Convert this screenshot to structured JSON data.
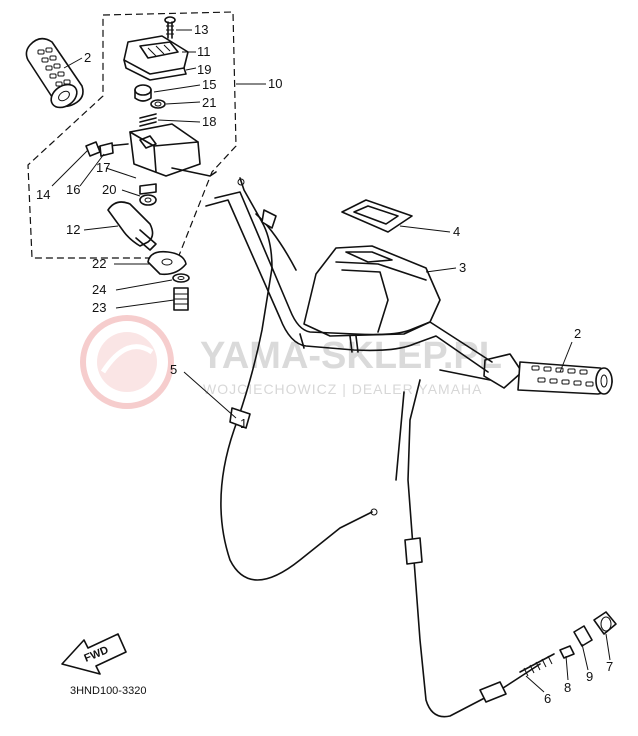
{
  "diagram": {
    "code": "3HND100-3320",
    "fwd_label": "FWD",
    "watermark": {
      "title": "YAMA-SKLEP.PL",
      "subtitle": "WOJCIECHOWICZ | DEALER YAMAHA"
    },
    "callouts": [
      {
        "id": "c13",
        "text": "13"
      },
      {
        "id": "c11",
        "text": "11"
      },
      {
        "id": "c19",
        "text": "19"
      },
      {
        "id": "c2a",
        "text": "2"
      },
      {
        "id": "c10",
        "text": "10"
      },
      {
        "id": "c15",
        "text": "15"
      },
      {
        "id": "c21",
        "text": "21"
      },
      {
        "id": "c18",
        "text": "18"
      },
      {
        "id": "c14",
        "text": "14"
      },
      {
        "id": "c16",
        "text": "16"
      },
      {
        "id": "c17",
        "text": "17"
      },
      {
        "id": "c20",
        "text": "20"
      },
      {
        "id": "c12",
        "text": "12"
      },
      {
        "id": "c4",
        "text": "4"
      },
      {
        "id": "c3",
        "text": "3"
      },
      {
        "id": "c22",
        "text": "22"
      },
      {
        "id": "c24",
        "text": "24"
      },
      {
        "id": "c23",
        "text": "23"
      },
      {
        "id": "c2b",
        "text": "2"
      },
      {
        "id": "c5",
        "text": "5"
      },
      {
        "id": "c1",
        "text": "1"
      },
      {
        "id": "c6",
        "text": "6"
      },
      {
        "id": "c8",
        "text": "8"
      },
      {
        "id": "c9",
        "text": "9"
      },
      {
        "id": "c7",
        "text": "7"
      }
    ]
  }
}
